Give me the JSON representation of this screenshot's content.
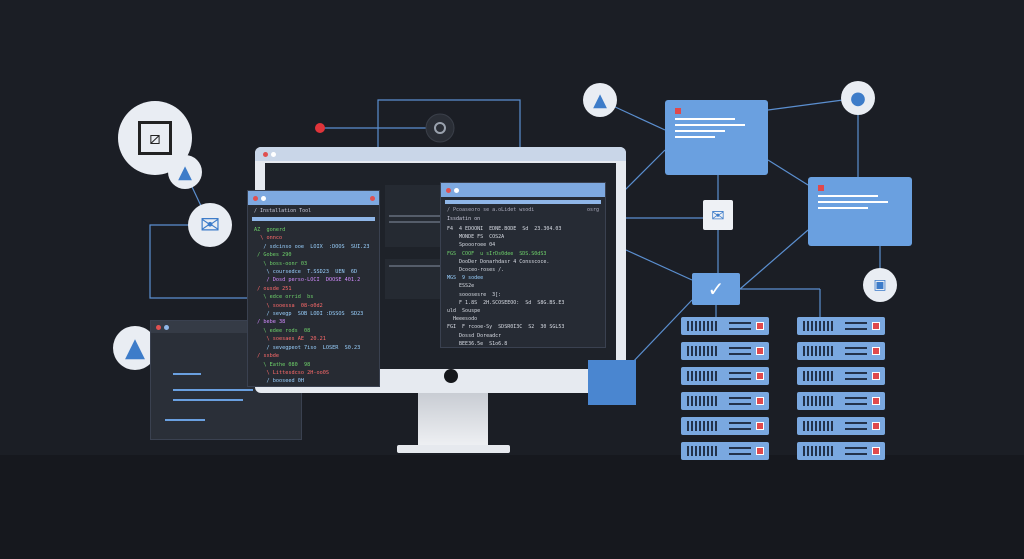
{
  "colors": {
    "background": "#1b1e25",
    "accent": "#6aa0e0",
    "alert": "#e0494c"
  },
  "icons": [
    "image-icon",
    "warning-icon",
    "mail-icon",
    "warning-icon",
    "warning-icon",
    "user-icon",
    "lock-icon",
    "check-icon",
    "image-icon",
    "camera-icon",
    "apple-logo"
  ],
  "left_window": {
    "title": "/ Installation Tool",
    "lines": [
      {
        "t": "AZ  gonerd",
        "c": "#6fd36b"
      },
      {
        "t": "  \\ onnco",
        "c": "#ff6b6b"
      },
      {
        "t": "   / sdcinso ooe  LOIX  :DOOS  SUI.23",
        "c": "#9ad1ff"
      },
      {
        "t": " / Gobes 290",
        "c": "#6fd36b"
      },
      {
        "t": "   \\ boss-oonr 03",
        "c": "#6fd36b"
      },
      {
        "t": "    \\ coursedce  T.SSD23  UEN  6D",
        "c": "#9ad1ff"
      },
      {
        "t": "    / Dosd perso-LOCI  DOOSE 401.2",
        "c": "#d28cff"
      },
      {
        "t": " / ousde 251",
        "c": "#ff6b6b"
      },
      {
        "t": "   \\ edce orrid  bs",
        "c": "#6fd36b"
      },
      {
        "t": "    \\ sooessa  08-o0d2",
        "c": "#ff6b6b"
      },
      {
        "t": "    / sevegp  SOB LODI :DSSOS  SD23",
        "c": "#9ad1ff"
      },
      {
        "t": " / bebe 38",
        "c": "#d28cff"
      },
      {
        "t": "   \\ edee rods  08",
        "c": "#6fd36b"
      },
      {
        "t": "    \\ soesaes AE  20.21",
        "c": "#ff6b6b"
      },
      {
        "t": "    / sevegpeot 7iso  LOSER  S0.23",
        "c": "#9ad1ff"
      },
      {
        "t": " / sxbde",
        "c": "#ff6b6b"
      },
      {
        "t": "   \\ Eathe 080  98",
        "c": "#6fd36b"
      },
      {
        "t": "    \\ Littesdcso 2H-oo0S",
        "c": "#ff6b6b"
      },
      {
        "t": "    / booseed 0H",
        "c": "#9ad1ff"
      }
    ]
  },
  "right_window": {
    "title": "/ Pcoaseoro se a.oLidet wsodi",
    "tag": "osrg",
    "subtitle": "Issdatin on",
    "lines": [
      {
        "t": "F4  4 EDOONI  EDNE.BODE  Sd  23.304.03",
        "c": "#d8dce4"
      },
      {
        "t": "    MONDE FS  COS2A",
        "c": "#d8dce4"
      },
      {
        "t": "    Spoooroee 04",
        "c": "#d8dce4"
      },
      {
        "t": "",
        "c": "#d8dce4"
      },
      {
        "t": "FGS  COOF  u sIrDs0dee  SDS.S0dS3",
        "c": "#6fd36b"
      },
      {
        "t": "    DooDer Donarhdasr 4 Consscoce.",
        "c": "#d8dce4"
      },
      {
        "t": "    Dcoceo-roses /.",
        "c": "#d8dce4"
      },
      {
        "t": "MGS  9 sodee",
        "c": "#9ad1ff"
      },
      {
        "t": "    ESS2e",
        "c": "#d8dce4"
      },
      {
        "t": "    sooosesre  3[:",
        "c": "#d8dce4"
      },
      {
        "t": "    F 1.8S  2H.SCOSEEOO:  Sd  S8G.BS.E3",
        "c": "#d8dce4"
      },
      {
        "t": "uld  Souspe",
        "c": "#d8dce4"
      },
      {
        "t": "  Heeesodo",
        "c": "#d8dce4"
      },
      {
        "t": "FGI  F rcooe-Sy  SDSR0I3C  S2  30 SGL53",
        "c": "#d8dce4"
      },
      {
        "t": "    Dossd Doreadcr",
        "c": "#d8dce4"
      },
      {
        "t": "    BEE36.5e  S1o6.8",
        "c": "#d8dce4"
      }
    ]
  }
}
